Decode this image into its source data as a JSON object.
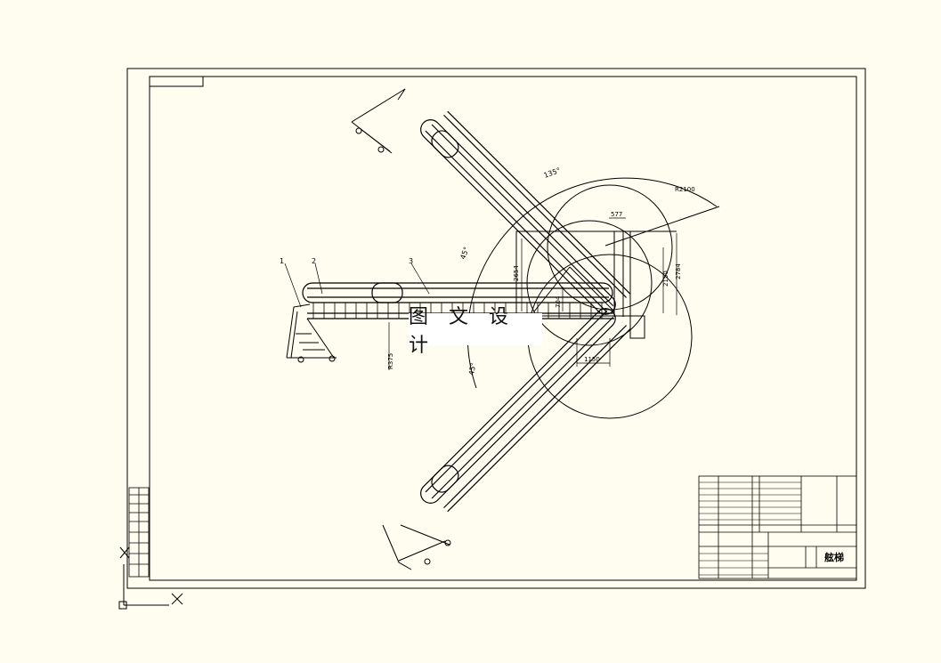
{
  "colors": {
    "background": "#fffdf0",
    "ink": "#000000",
    "watermark_bg": "#ffffff"
  },
  "watermark": {
    "text": "图 文 设 计"
  },
  "balloons": {
    "n1": "1",
    "n2": "2",
    "n3": "3"
  },
  "dimensions": {
    "angle_top": "135°",
    "angle_left": "45°",
    "angle_bottom": "45°",
    "radius": "R2100",
    "d577": "577",
    "d2654": "2654",
    "d704": "704",
    "d2150": "2150",
    "d2784": "2784",
    "d1150": "1150",
    "r_small": "R375"
  },
  "title_block": {
    "drawing_name": "舷梯"
  }
}
